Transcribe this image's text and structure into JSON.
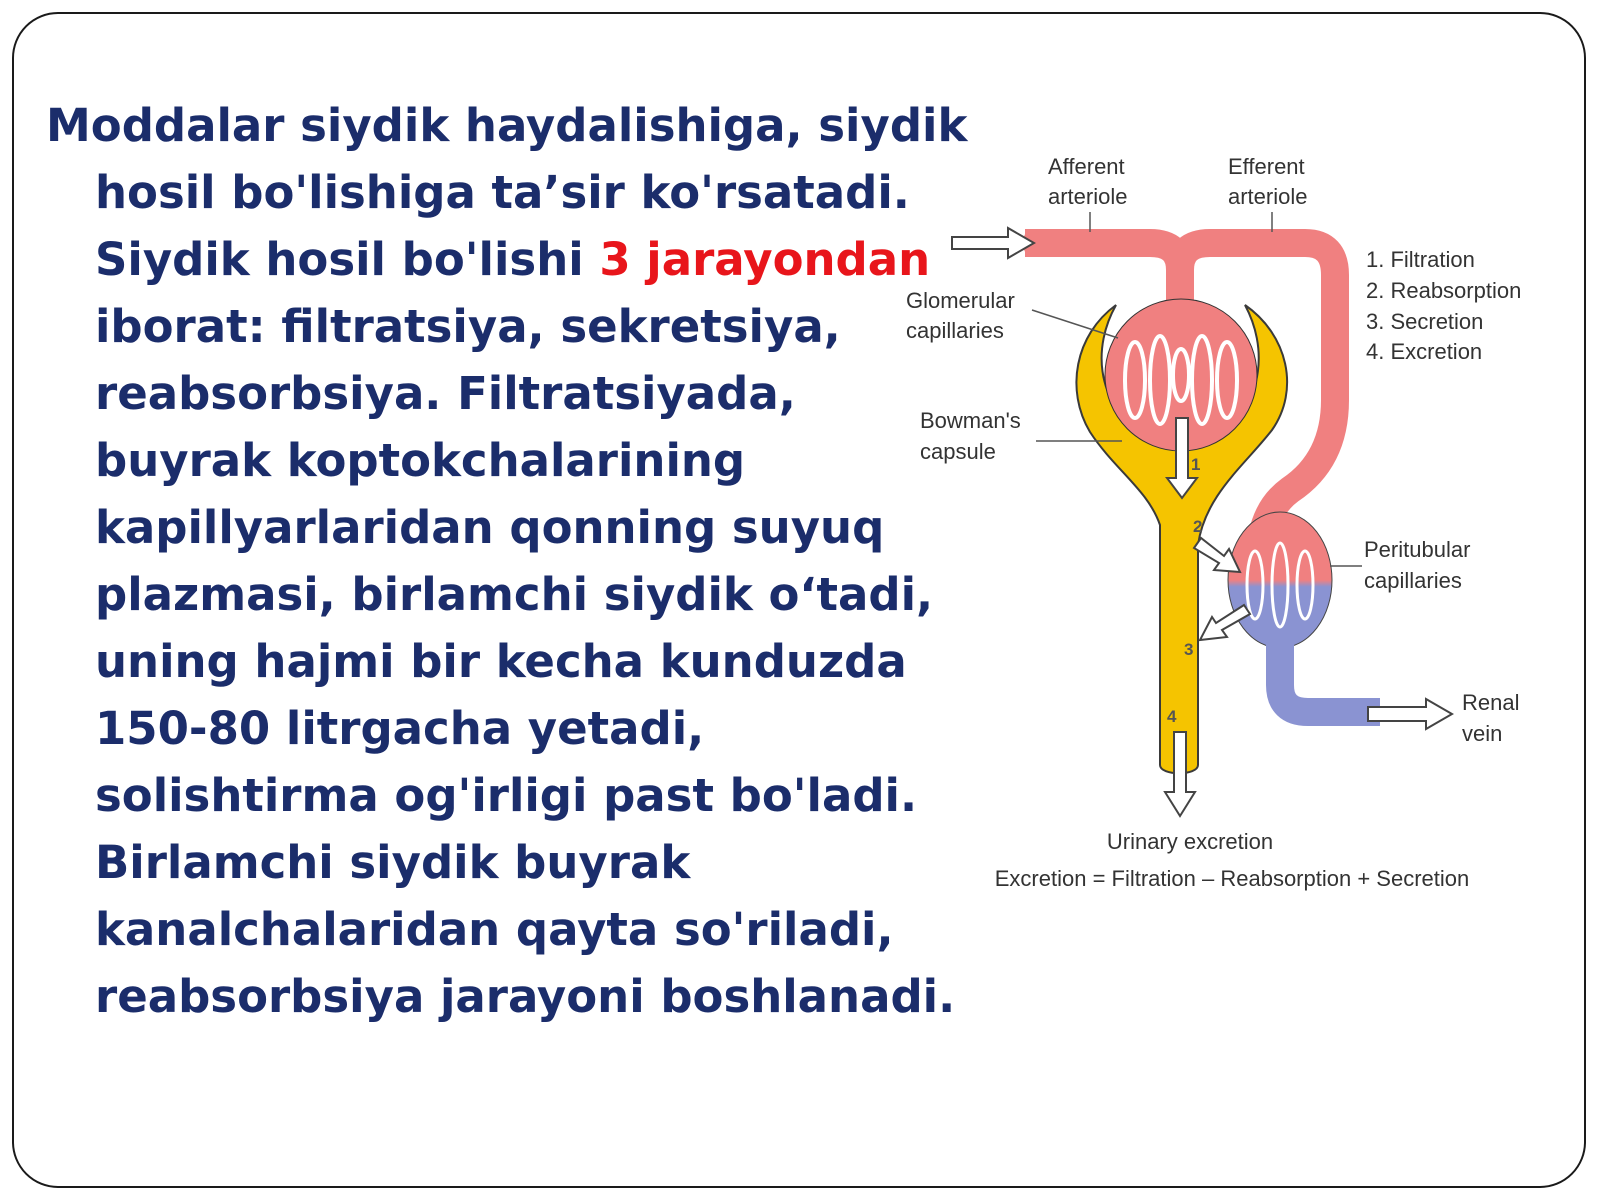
{
  "slide": {
    "paragraph": {
      "lines": [
        {
          "segments": [
            {
              "text": "Moddalar siydik haydalishiga, siydik"
            }
          ]
        },
        {
          "segments": [
            {
              "text": "hosil bo'lishiga ta’sir ko'rsatadi."
            }
          ]
        },
        {
          "segments": [
            {
              "text": "Siydik hosil bo'lishi "
            },
            {
              "text": "3 jarayondan",
              "highlight": true
            }
          ]
        },
        {
          "segments": [
            {
              "text": "iborat: filtratsiya, sekretsiya,"
            }
          ]
        },
        {
          "segments": [
            {
              "text": "reabsorbsiya.  Filtratsiyada,"
            }
          ]
        },
        {
          "segments": [
            {
              "text": "buyrak koptokchalarining"
            }
          ]
        },
        {
          "segments": [
            {
              "text": "kapillyarlaridan qonning suyuq"
            }
          ]
        },
        {
          "segments": [
            {
              "text": "plazmasi, birlamchi siydik o‘tadi,"
            }
          ]
        },
        {
          "segments": [
            {
              "text": "uning hajmi bir kecha kunduzda"
            }
          ]
        },
        {
          "segments": [
            {
              "text": "150-80 litrgacha yetadi,"
            }
          ]
        },
        {
          "segments": [
            {
              "text": "solishtirma og'irligi past bo'ladi."
            }
          ]
        },
        {
          "segments": [
            {
              "text": "Birlamchi siydik buyrak"
            }
          ]
        },
        {
          "segments": [
            {
              "text": "kanalchalaridan qayta so'riladi,"
            }
          ]
        },
        {
          "segments": [
            {
              "text": "reabsorbsiya jarayoni boshlanadi."
            }
          ]
        }
      ]
    },
    "colors": {
      "text": "#1b2d6b",
      "highlight": "#e8151b",
      "arterial": "#f08080",
      "venous": "#8a93d2",
      "tubule": "#f5c400"
    },
    "diagram": {
      "labels": {
        "afferent_1": "Afferent",
        "afferent_2": "arteriole",
        "efferent_1": "Efferent",
        "efferent_2": "arteriole",
        "glomerular_1": "Glomerular",
        "glomerular_2": "capillaries",
        "bowman_1": "Bowman's",
        "bowman_2": "capsule",
        "peritubular_1": "Peritubular",
        "peritubular_2": "capillaries",
        "renal_1": "Renal",
        "renal_2": "vein",
        "urinary": "Urinary excretion",
        "formula": "Excretion = Filtration – Reabsorption + Secretion"
      },
      "legend": [
        "1. Filtration",
        "2. Reabsorption",
        "3. Secretion",
        "4. Excretion"
      ],
      "step_numbers": [
        "1",
        "2",
        "3",
        "4"
      ]
    }
  }
}
